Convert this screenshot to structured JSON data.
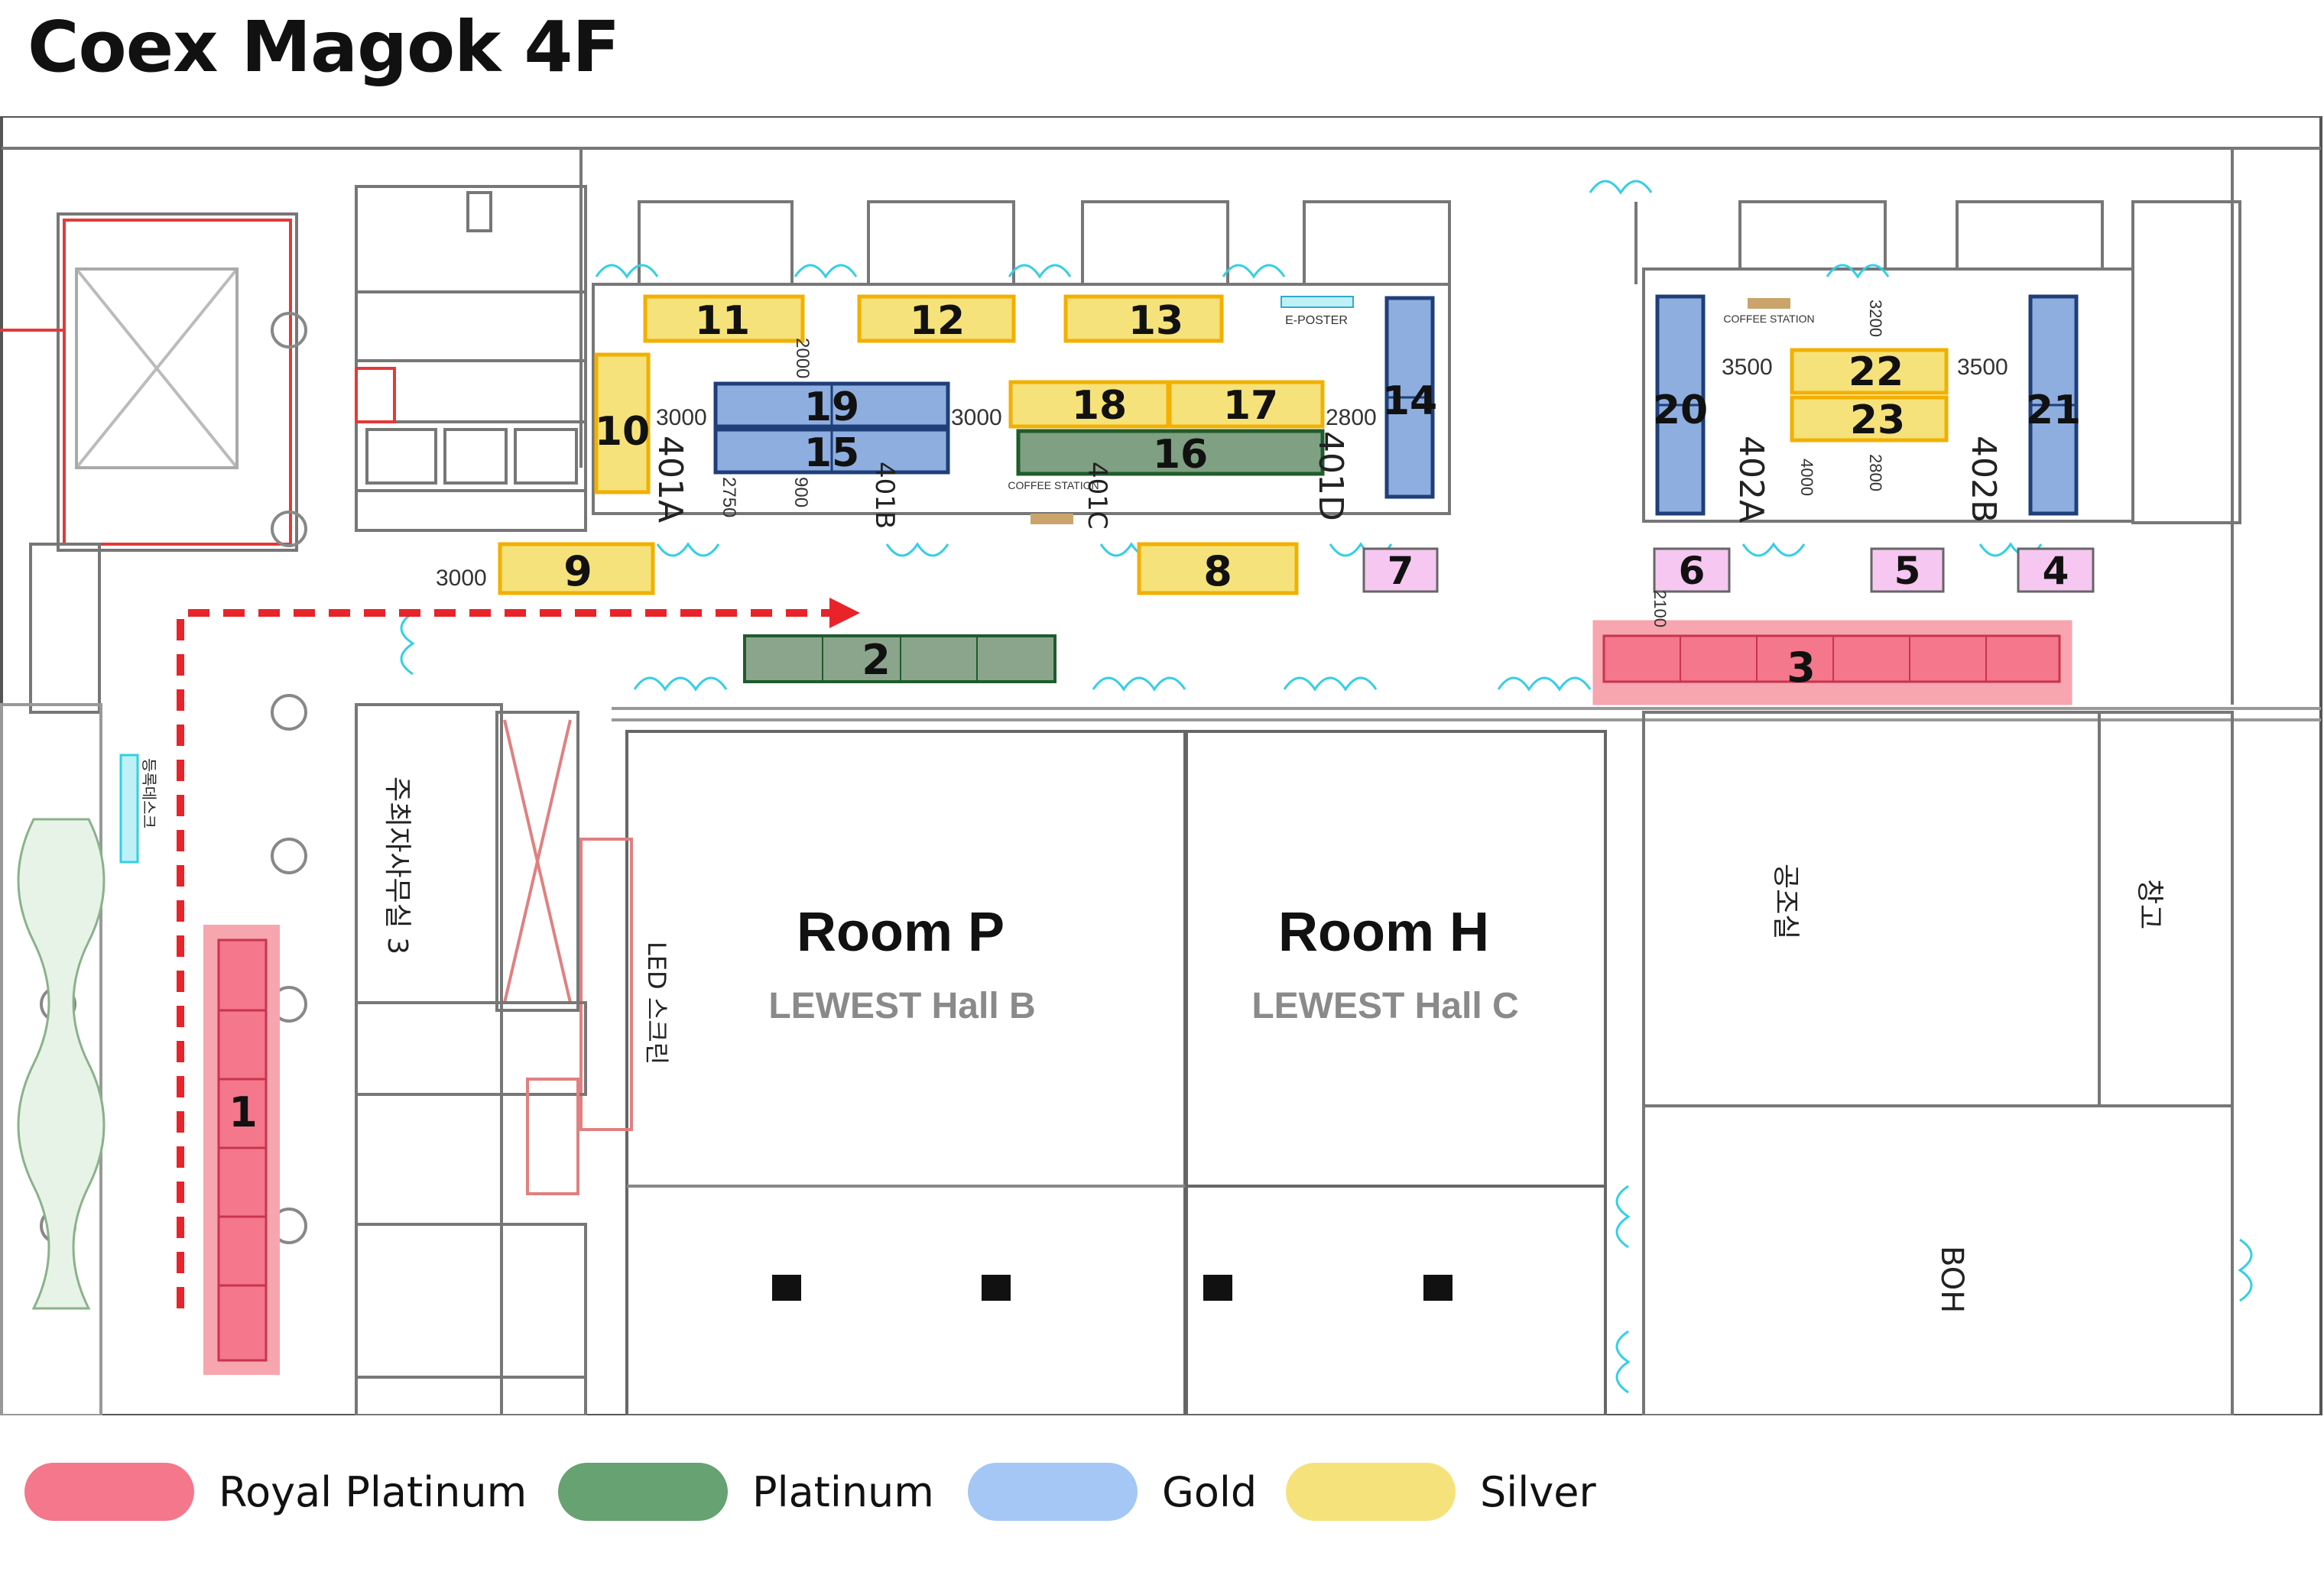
{
  "title": "Coex Magok 4F",
  "rooms": {
    "p_name": "Room P",
    "p_sub": "LEWEST Hall B",
    "h_name": "Room H",
    "h_sub": "LEWEST Hall C",
    "r401a": "401A",
    "r401b": "401B",
    "r401c": "401C",
    "r401d": "401D",
    "r402a": "402A",
    "r402b": "402B",
    "boh": "BOH",
    "hall3": "주최자사무실 3",
    "storage": "공조실",
    "storage2": "창고",
    "led": "LED 스크린",
    "kiosk": "등록데스크"
  },
  "labels": {
    "coffee_left": "COFFEE STATION",
    "coffee_right": "COFFEE STATION",
    "eposter": "E-POSTER"
  },
  "dimensions": {
    "d3000a": "3000",
    "d3000b": "3000",
    "d3000c": "3000",
    "d2000": "2000",
    "d2750": "2750",
    "d900": "900",
    "d2800a": "2800",
    "d3200": "3200",
    "d3500a": "3500",
    "d3500b": "3500",
    "d4000": "4000",
    "d2800b": "2800",
    "d2100": "2100"
  },
  "booths": {
    "b1": "1",
    "b2": "2",
    "b3": "3",
    "b4": "4",
    "b5": "5",
    "b6": "6",
    "b7": "7",
    "b8": "8",
    "b9": "9",
    "b10": "10",
    "b11": "11",
    "b12": "12",
    "b13": "13",
    "b14": "14",
    "b15": "15",
    "b16": "16",
    "b17": "17",
    "b18": "18",
    "b19": "19",
    "b20": "20",
    "b21": "21",
    "b22": "22",
    "b23": "23"
  },
  "legend": [
    {
      "label": "Royal Platinum",
      "color": "#f4778b"
    },
    {
      "label": "Platinum",
      "color": "#67a272"
    },
    {
      "label": "Gold",
      "color": "#a4c7f5"
    },
    {
      "label": "Silver",
      "color": "#f6e27a"
    }
  ],
  "colors": {
    "royal_platinum": "#f4778b",
    "platinum": "#67a272",
    "gold": "#a4c7f5",
    "silver": "#f6e27a",
    "booth_pink": "#f6c7f0",
    "route": "#e8232a"
  }
}
